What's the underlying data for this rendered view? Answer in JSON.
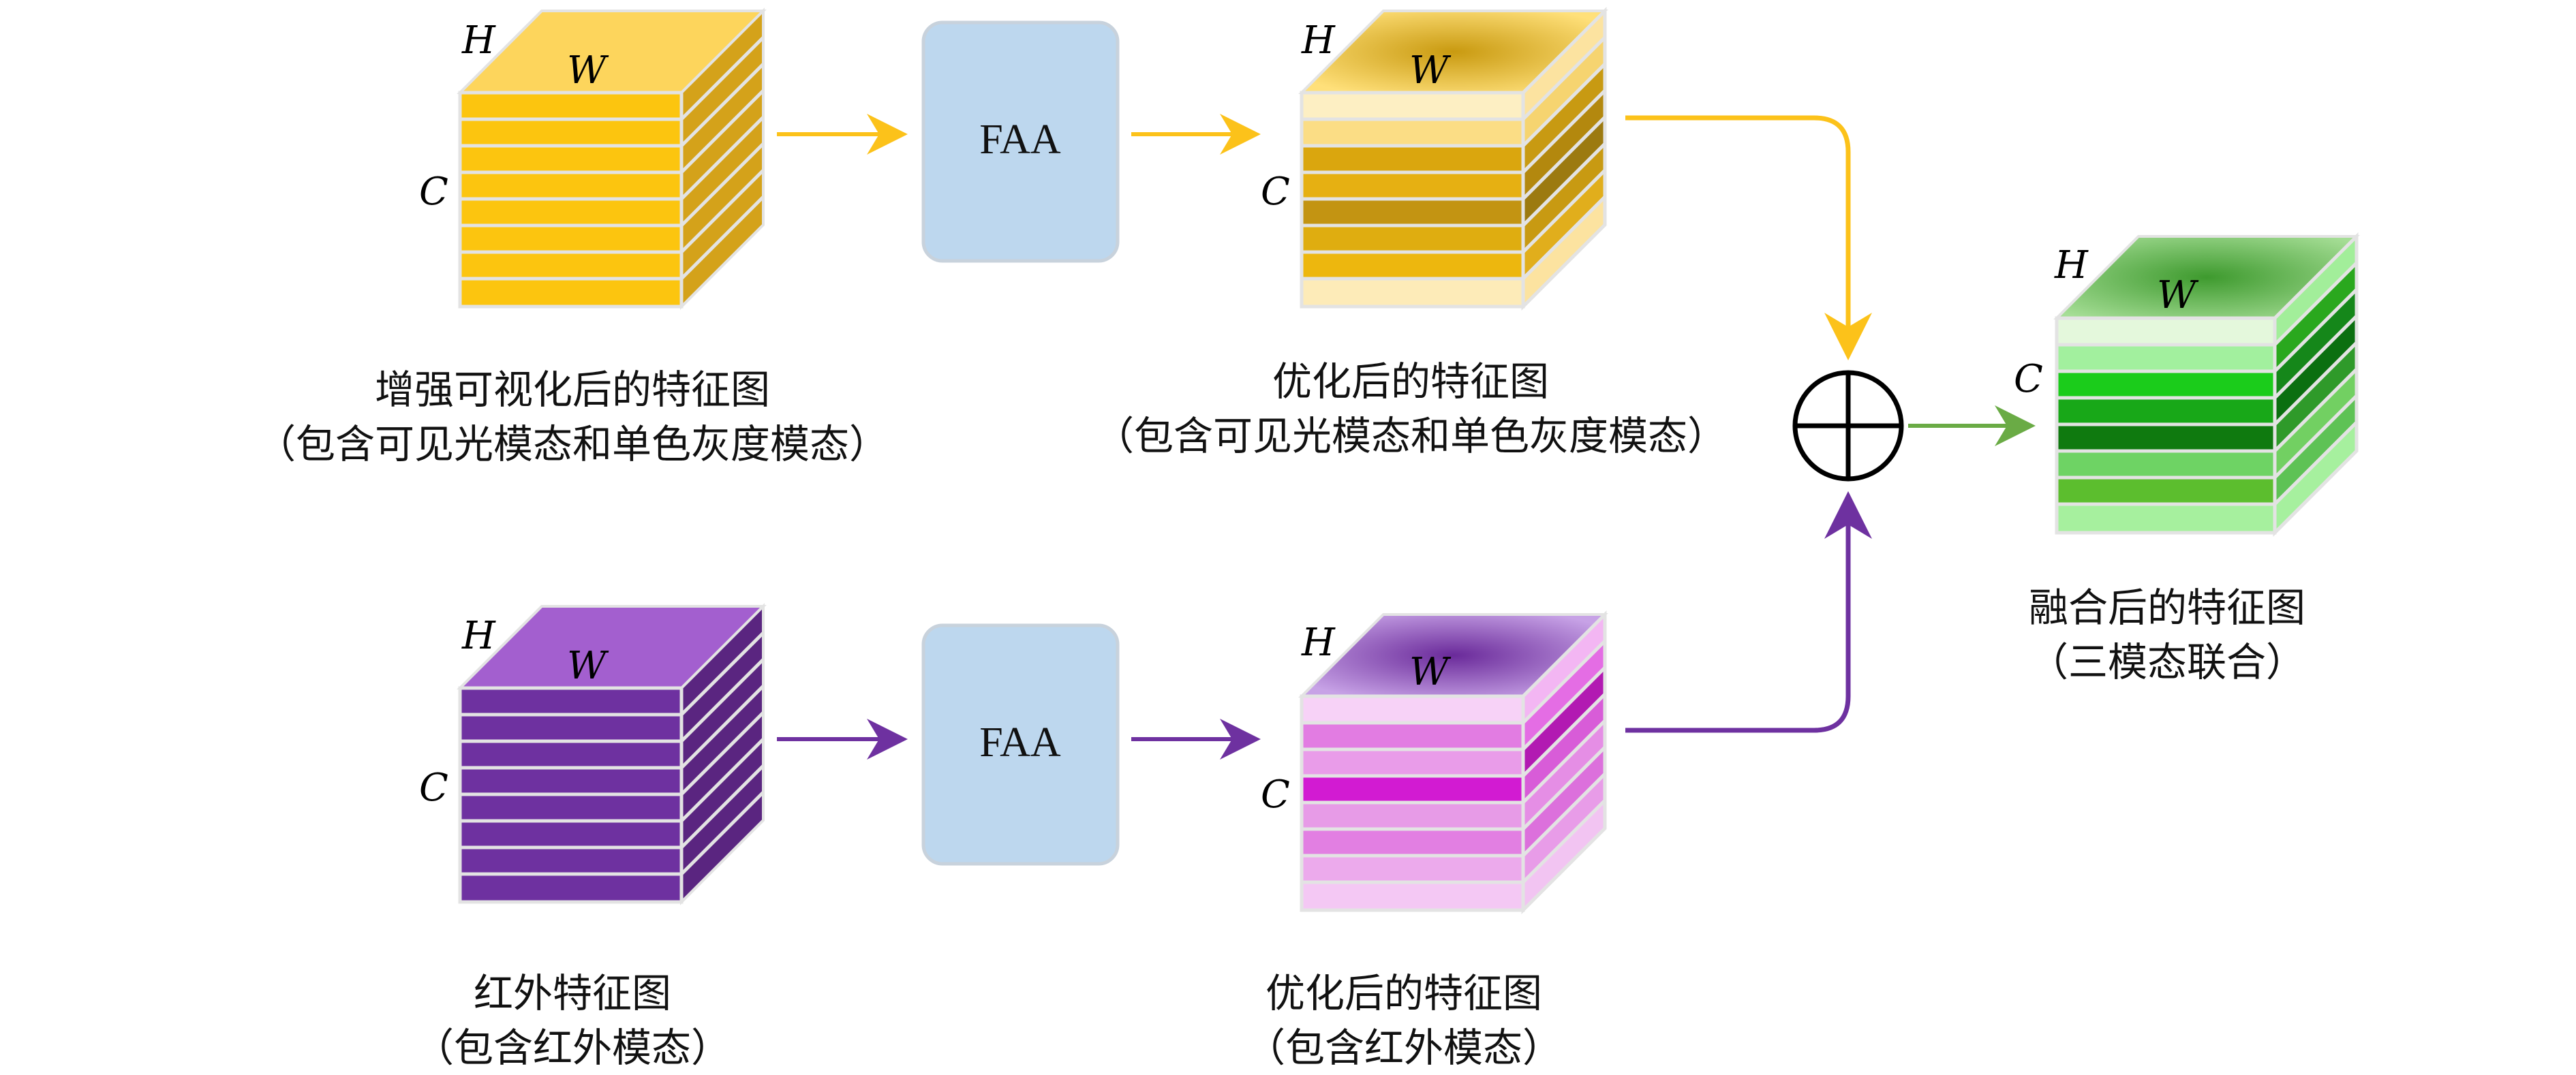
{
  "labels": {
    "h": "H",
    "w": "W",
    "c": "C"
  },
  "modules": {
    "faa_top": "FAA",
    "faa_bottom": "FAA"
  },
  "captions": {
    "enhanced": {
      "line1": "增强可视化后的特征图",
      "line2": "（包含可见光模态和单色灰度模态）"
    },
    "optimized_top": {
      "line1": "优化后的特征图",
      "line2": "（包含可见光模态和单色灰度模态）"
    },
    "infrared": {
      "line1": "红外特征图",
      "line2": "（包含红外模态）"
    },
    "optimized_bottom": {
      "line1": "优化后的特征图",
      "line2": "（包含红外模态）"
    },
    "fused": {
      "line1": "融合后的特征图",
      "line2": "（三模态联合）"
    }
  },
  "colors": {
    "yellow": "#FCC50F",
    "yellow_dark": "#D9A818",
    "yellow_arrow": "#FCC21A",
    "purple": "#6E31A0",
    "purple_dark": "#5A2580",
    "purple_arrow": "#6E31A0",
    "green_arrow": "#6AAB45",
    "faa_fill": "#BDD7EE",
    "faa_stroke": "#C8D2DC"
  }
}
